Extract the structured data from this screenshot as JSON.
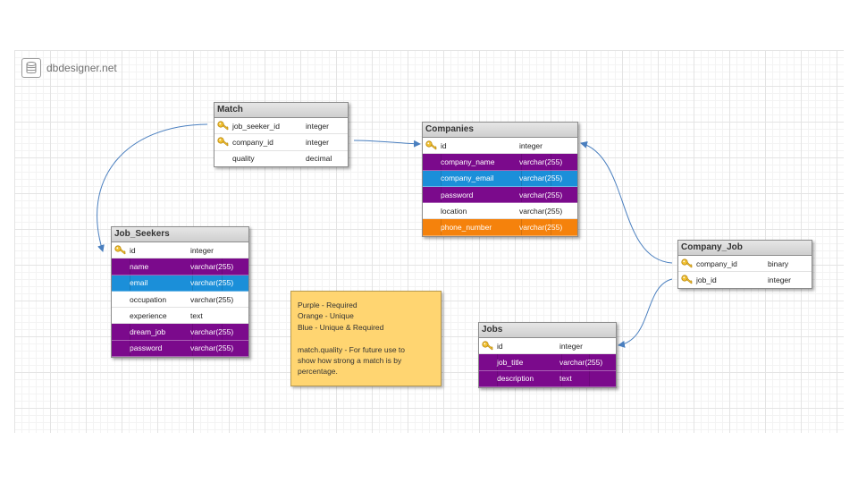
{
  "brand": {
    "name": "dbdesigner.net"
  },
  "tables": {
    "match": {
      "title": "Match",
      "rows": [
        {
          "key": true,
          "name": "job_seeker_id",
          "type": "integer"
        },
        {
          "key": true,
          "name": "company_id",
          "type": "integer"
        },
        {
          "key": false,
          "name": "quality",
          "type": "decimal"
        }
      ]
    },
    "companies": {
      "title": "Companies",
      "rows": [
        {
          "key": true,
          "name": "id",
          "type": "integer"
        },
        {
          "key": false,
          "name": "company_name",
          "type": "varchar(255)",
          "color": "purple"
        },
        {
          "key": false,
          "name": "company_email",
          "type": "varchar(255)",
          "color": "blue"
        },
        {
          "key": false,
          "name": "password",
          "type": "varchar(255)",
          "color": "purple"
        },
        {
          "key": false,
          "name": "location",
          "type": "varchar(255)"
        },
        {
          "key": false,
          "name": "phone_number",
          "type": "varchar(255)",
          "color": "orange"
        }
      ]
    },
    "job_seekers": {
      "title": "Job_Seekers",
      "rows": [
        {
          "key": true,
          "name": "id",
          "type": "integer"
        },
        {
          "key": false,
          "name": "name",
          "type": "varchar(255)",
          "color": "purple"
        },
        {
          "key": false,
          "name": "email",
          "type": "varchar(255)",
          "color": "blue"
        },
        {
          "key": false,
          "name": "occupation",
          "type": "varchar(255)"
        },
        {
          "key": false,
          "name": "experience",
          "type": "text"
        },
        {
          "key": false,
          "name": "dream_job",
          "type": "varchar(255)",
          "color": "purple"
        },
        {
          "key": false,
          "name": "password",
          "type": "varchar(255)",
          "color": "purple"
        }
      ]
    },
    "company_job": {
      "title": "Company_Job",
      "rows": [
        {
          "key": true,
          "name": "company_id",
          "type": "binary"
        },
        {
          "key": true,
          "name": "job_id",
          "type": "integer"
        }
      ]
    },
    "jobs": {
      "title": "Jobs",
      "rows": [
        {
          "key": true,
          "name": "id",
          "type": "integer"
        },
        {
          "key": false,
          "name": "job_title",
          "type": "varchar(255)",
          "color": "purple"
        },
        {
          "key": false,
          "name": "description",
          "type": "text",
          "color": "purple"
        }
      ]
    }
  },
  "note": {
    "lines": [
      "Purple - Required",
      "Orange - Unique",
      "Blue - Unique & Required",
      "",
      "match.quality - For future use to",
      "show how strong a match is by",
      "percentage."
    ]
  },
  "colors": {
    "purple": "#7b0a8c",
    "blue": "#1b8fd9",
    "orange": "#f5820c",
    "link": "#4a7fbf",
    "note": "#ffd571"
  }
}
